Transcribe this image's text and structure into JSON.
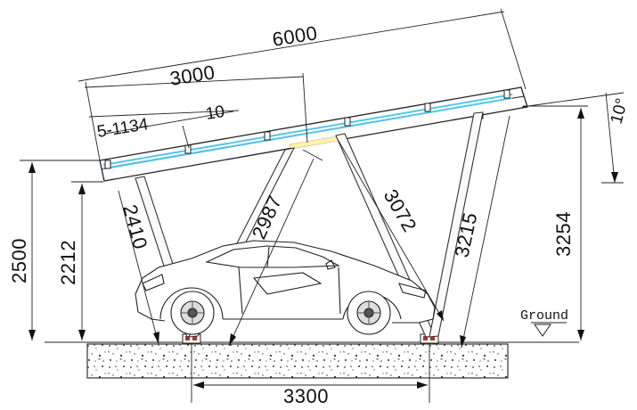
{
  "diagram": {
    "dimensions": {
      "total_length": "6000",
      "half_length": "3000",
      "module_spec": "5-1134",
      "gap": "10",
      "left_height": "2500",
      "left_post_base_height": "2212",
      "left_post_length": "2410",
      "left_brace_length": "2987",
      "right_brace_length": "3072",
      "right_post_length": "3215",
      "right_height": "3254",
      "tilt_angle": "10°",
      "base_span": "3300"
    },
    "ground_label": "Ground"
  }
}
